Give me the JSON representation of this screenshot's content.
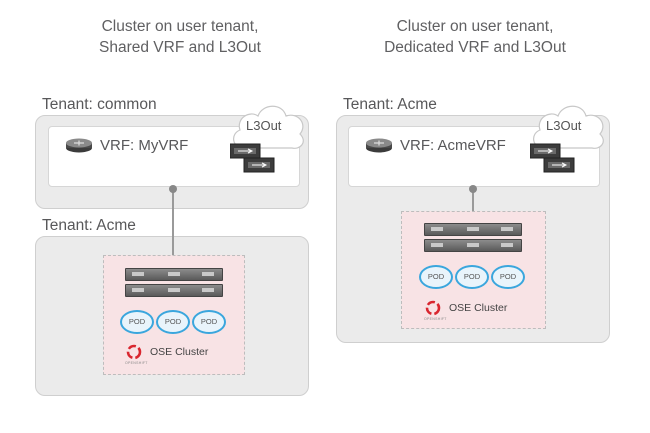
{
  "left": {
    "title_line1": "Cluster on user tenant,",
    "title_line2": "Shared VRF and L3Out",
    "outer_tenant_label": "Tenant: common",
    "vrf_label": "VRF: MyVRF",
    "l3out_label": "L3Out",
    "inner_tenant_label": "Tenant: Acme",
    "pods": [
      "POD",
      "POD",
      "POD"
    ],
    "cluster_label": "OSE Cluster",
    "cluster_sublabel": "OPENSHIFT"
  },
  "right": {
    "title_line1": "Cluster on user tenant,",
    "title_line2": "Dedicated VRF and L3Out",
    "tenant_label": "Tenant: Acme",
    "vrf_label": "VRF: AcmeVRF",
    "l3out_label": "L3Out",
    "pods": [
      "POD",
      "POD",
      "POD"
    ],
    "cluster_label": "OSE Cluster",
    "cluster_sublabel": "OPENSHIFT"
  },
  "colors": {
    "tenant_bg": "#ebebeb",
    "cluster_bg": "#f8e3e5",
    "pod_border": "#3aa6dd",
    "openshift_red": "#d9262f"
  },
  "icons": [
    "router-icon",
    "cloud-icon",
    "switch-icon",
    "server-icon",
    "openshift-icon"
  ]
}
